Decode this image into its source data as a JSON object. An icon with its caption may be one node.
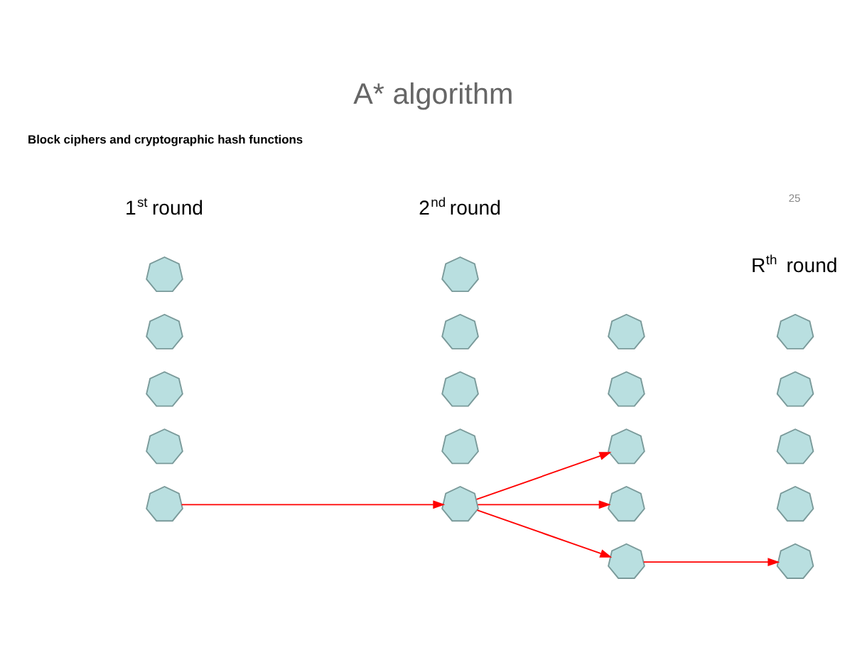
{
  "diagram": {
    "title": "A* algorithm",
    "nodes": [
      {
        "text": [],
        "shape": "heptagon"
      },
      {
        "text": [],
        "shape": "heptagon"
      },
      {
        "text": [],
        "shape": "heptagon"
      },
      {
        "text": [],
        "shape": "heptagon"
      },
      {
        "text": [],
        "shape": "heptagon"
      },
      {
        "text": [],
        "shape": "heptagon"
      },
      {
        "text": [],
        "shape": "heptagon"
      },
      {
        "text": [],
        "shape": "heptagon"
      },
      {
        "text": [],
        "shape": "heptagon"
      },
      {
        "text": [],
        "shape": "heptagon"
      },
      {
        "text": [],
        "shape": "heptagon"
      },
      {
        "text": [],
        "shape": "heptagon"
      },
      {
        "text": [],
        "shape": "heptagon"
      },
      {
        "text": [],
        "shape": "heptagon"
      },
      {
        "text": [],
        "shape": "heptagon"
      },
      {
        "text": [],
        "shape": "heptagon"
      },
      {
        "text": [],
        "shape": "heptagon"
      },
      {
        "text": [],
        "shape": "heptagon"
      },
      {
        "text": [],
        "shape": "heptagon"
      },
      {
        "text": [],
        "shape": "heptagon"
      }
    ],
    "edges": [
      {
        "from": 0,
        "to": 5,
        "arrow": "to"
      },
      {
        "from": 5,
        "to": 10,
        "arrow": "to"
      },
      {
        "from": 5,
        "to": 11,
        "arrow": "to"
      },
      {
        "from": 5,
        "to": 12,
        "arrow": "to"
      },
      {
        "from": 12,
        "to": 15,
        "arrow": "to"
      }
    ],
    "labels": [
      "1$^{st}$ round",
      "2$^{nd}$ round",
      "R$^{th}$  round",
      "Block ciphers and cryptographic hash functions",
      "25"
    ]
  }
}
